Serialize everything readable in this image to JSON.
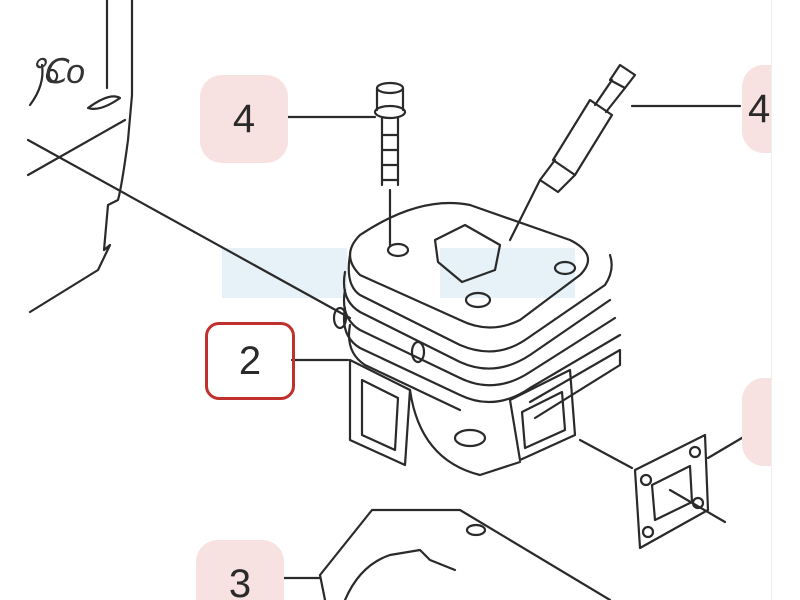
{
  "diagram": {
    "callouts": [
      {
        "id": "bolt",
        "label": "4"
      },
      {
        "id": "spark-plug",
        "label": "4"
      },
      {
        "id": "cylinder",
        "label": "2",
        "selected": true
      },
      {
        "id": "base-gasket",
        "label": "3"
      }
    ],
    "corner_text": "℃o",
    "colors": {
      "callout_bg": "#f8e1e1",
      "selected_border": "#c0302c",
      "highlight": "#e6f2f7",
      "line": "#2a2a2a"
    }
  }
}
